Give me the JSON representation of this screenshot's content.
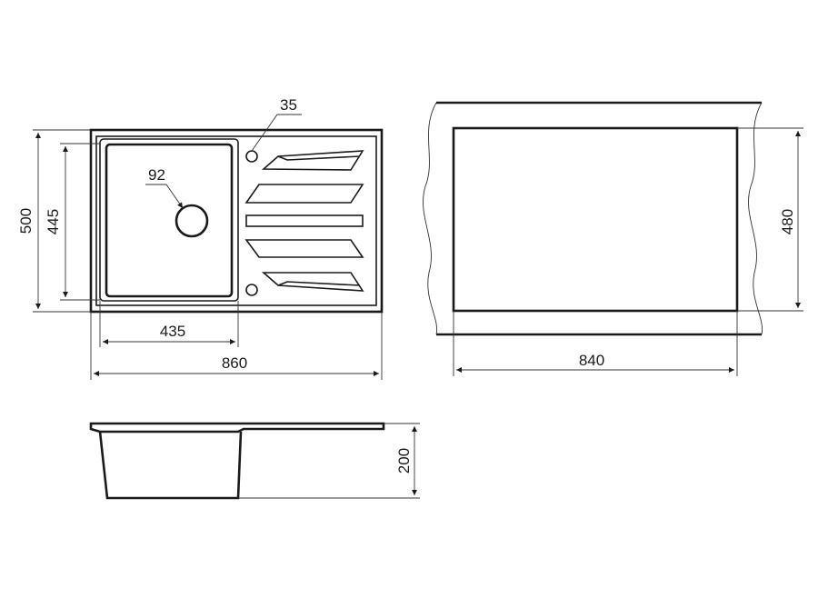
{
  "dimensions": {
    "overall_width": "860",
    "overall_depth": "500",
    "bowl_width": "435",
    "bowl_depth": "445",
    "drain_diameter": "92",
    "tap_hole_diameter": "35",
    "cutout_width": "840",
    "cutout_depth": "480",
    "bowl_height": "200"
  },
  "colors": {
    "line": "#1a1a1a",
    "background": "#ffffff"
  }
}
